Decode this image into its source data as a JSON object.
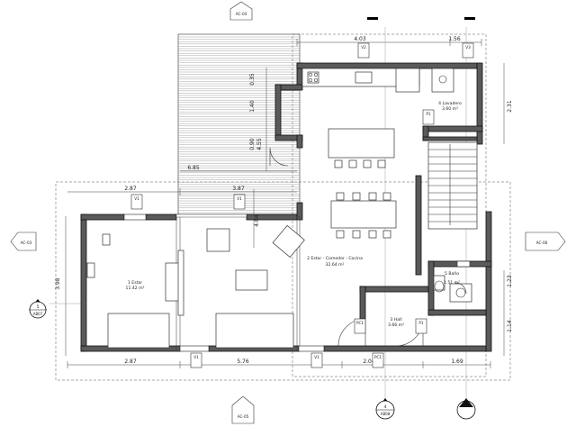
{
  "sections": {
    "top": "AC-04",
    "left": "AC-03",
    "right": "AC-06",
    "bottom": "AC-05"
  },
  "markers": {
    "left_detail": {
      "num": "5",
      "sheet": "AB07"
    },
    "bottom_detail": {
      "num": "4",
      "sheet": "AB08"
    }
  },
  "rooms": [
    {
      "name": "1 Estar",
      "area": "11.42 m²"
    },
    {
      "name": "2 Estar - Comedor - Cocina",
      "area": "32.64 m²"
    },
    {
      "name": "4 Lavadero",
      "area": "3.60 m²"
    },
    {
      "name": "5 Baño",
      "area": "1.51 m²"
    },
    {
      "name": "3 Hall",
      "area": "3.66 m²"
    }
  ],
  "dimensions": {
    "top_4_03": "4.03",
    "top_1_56": "1.56",
    "deck_6_85": "6.85",
    "left_2_87": "2.87",
    "mid_3_87": "3.87",
    "bottom_2_87": "2.87",
    "bottom_5_76": "5.76",
    "bottom_2_04": "2.04",
    "bottom_1_69": "1.69",
    "left_3_98": "3.98",
    "right_2_31": "2.31",
    "right_1_14": "1.14",
    "right_1_23": "1.23",
    "vert_4_55": "4.55",
    "vert_0_90": "0.90",
    "vert_1_40": "1.40",
    "vert_0_35": "0.35",
    "vert_4_04": "4.04"
  },
  "tags": {
    "v1_a": "V1",
    "v2": "V2",
    "v3": "V3",
    "p1_a": "P1",
    "v1_b": "V1",
    "v1_c": "V1",
    "v1_d": "V1",
    "pc1": "PC1",
    "pc1_b": "PC1",
    "p1_b": "P1"
  }
}
